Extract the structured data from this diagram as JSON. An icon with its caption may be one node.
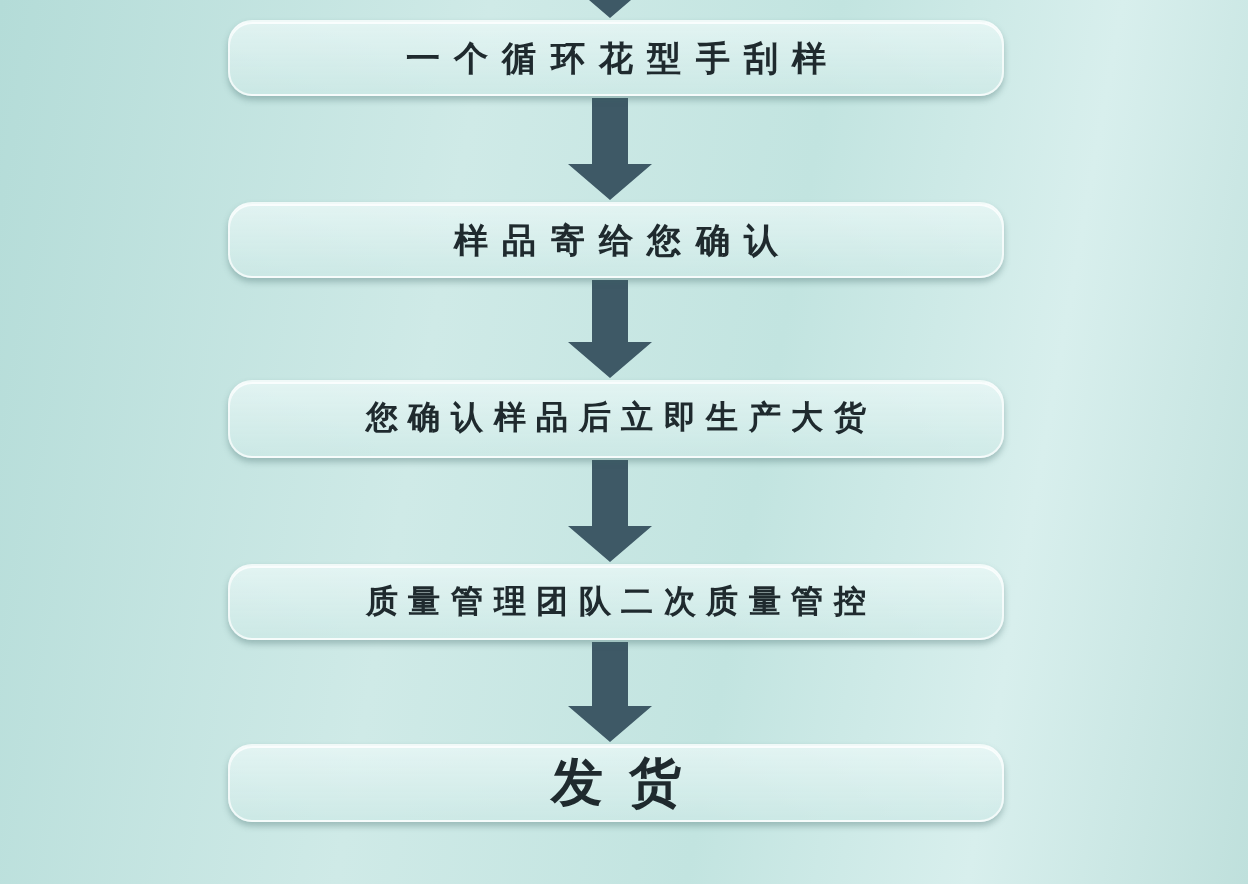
{
  "diagram": {
    "nodes": [
      {
        "text": [
          "一个循环花型手刮样"
        ]
      },
      {
        "text": [
          "样品寄给您确认"
        ]
      },
      {
        "text": [
          "您确认样品后立即生产大货"
        ]
      },
      {
        "text": [
          "质量管理团队二次质量管控"
        ]
      },
      {
        "text": [
          "发货"
        ]
      }
    ],
    "edges": [
      {
        "from": null,
        "to": 0,
        "arrow": "to"
      },
      {
        "from": 0,
        "to": 1,
        "arrow": "to"
      },
      {
        "from": 1,
        "to": 2,
        "arrow": "to"
      },
      {
        "from": 2,
        "to": 3,
        "arrow": "to"
      },
      {
        "from": 3,
        "to": 4,
        "arrow": "to"
      }
    ]
  }
}
